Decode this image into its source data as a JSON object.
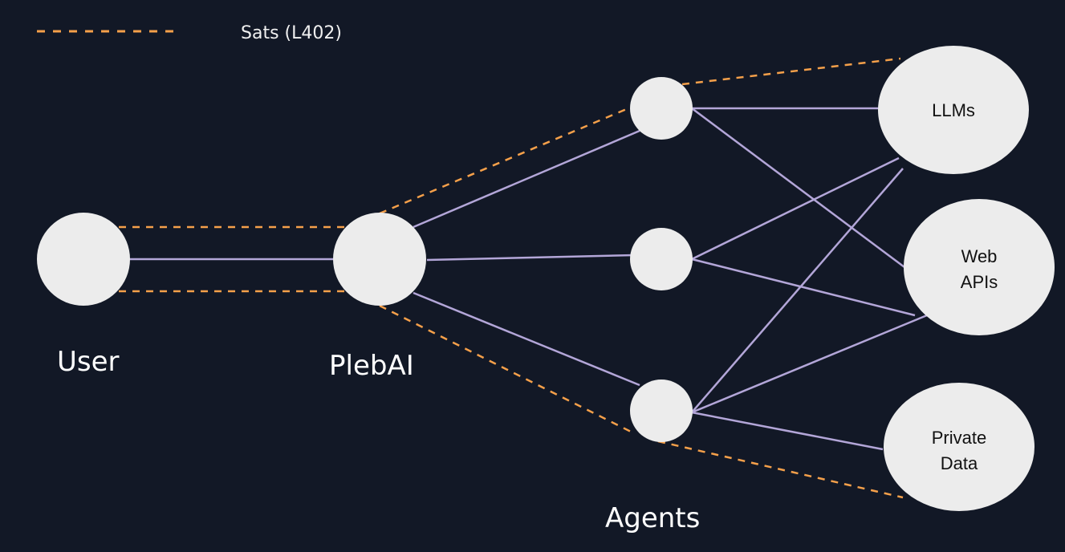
{
  "legend": {
    "label": "Sats (L402)"
  },
  "nodes": {
    "user": "User",
    "plebai": "PlebAI",
    "agents": "Agents",
    "llms": "LLMs",
    "web_apis": [
      "Web",
      "APIs"
    ],
    "private_data": [
      "Private",
      "Data"
    ]
  },
  "colors": {
    "background": "#121826",
    "sats_line": "#f5a04a",
    "connection_line": "#b3a6d8",
    "node_fill": "#ececec"
  }
}
